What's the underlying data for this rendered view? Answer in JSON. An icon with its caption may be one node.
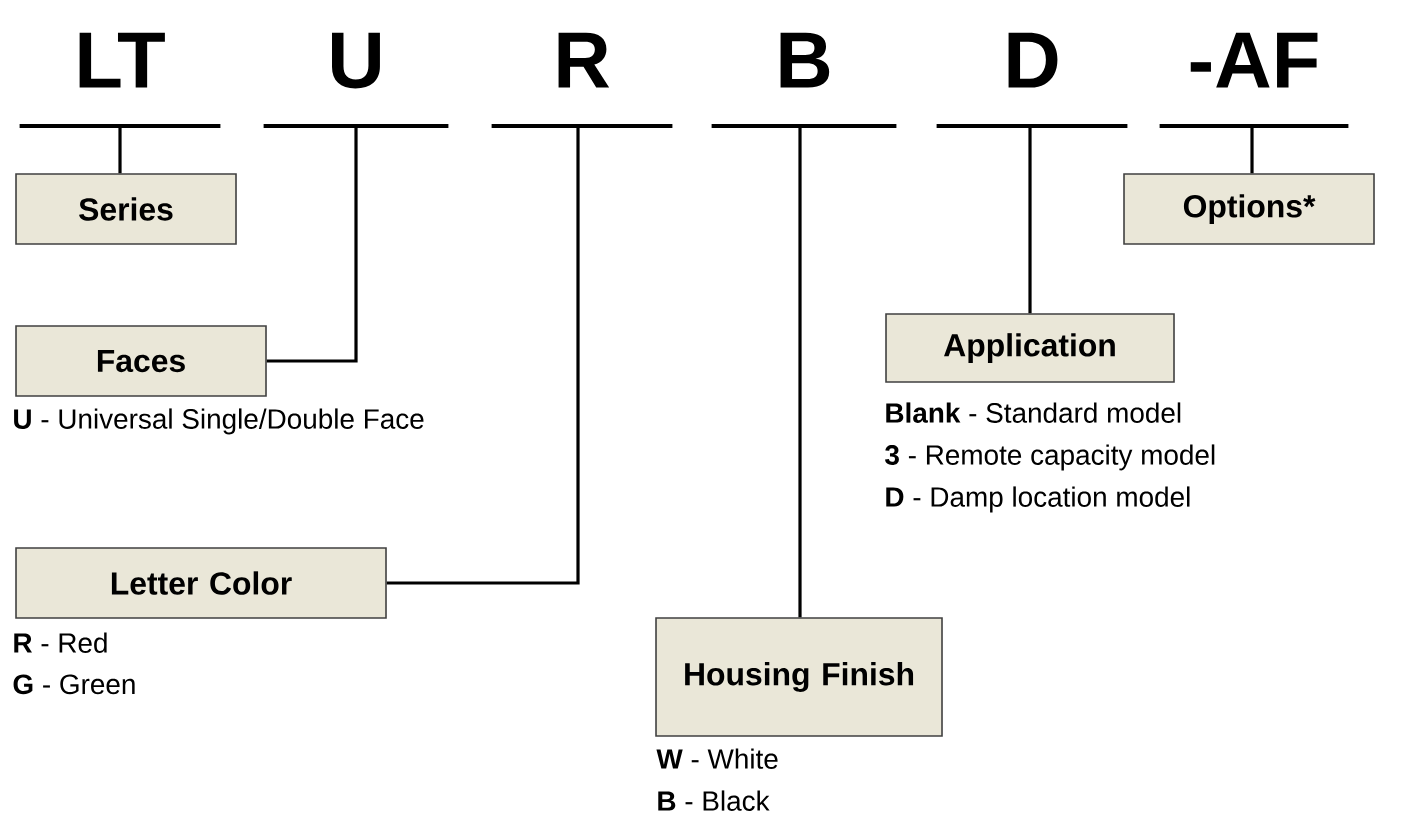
{
  "diagram": {
    "nodes": [
      {
        "text": [
          "LT"
        ]
      },
      {
        "text": [
          "U"
        ]
      },
      {
        "text": [
          "R"
        ]
      },
      {
        "text": [
          "B"
        ]
      },
      {
        "text": [
          "D"
        ]
      },
      {
        "text": [
          "-AF"
        ]
      },
      {
        "text": [
          "Series"
        ]
      },
      {
        "text": [
          "Faces"
        ],
        "beside": [
          "**U** - Universal Single/Double Face"
        ]
      },
      {
        "text": [
          "Letter Color"
        ],
        "beside": [
          "**R** - Red",
          "**G** - Green"
        ]
      },
      {
        "text": [
          "Housing Finish"
        ],
        "beside": [
          "**W** - White",
          "**B** - Black"
        ]
      },
      {
        "text": [
          "Application"
        ],
        "beside": [
          "**Blank** - Standard model",
          "**3** - Remote capacity model",
          "**D** - Damp location model"
        ]
      },
      {
        "text": [
          "Options*"
        ]
      }
    ],
    "edges": [
      {
        "from": 0,
        "to": 6,
        "arrow": "none"
      },
      {
        "from": 1,
        "to": 7,
        "arrow": "none"
      },
      {
        "from": 2,
        "to": 8,
        "arrow": "none"
      },
      {
        "from": 3,
        "to": 9,
        "arrow": "none"
      },
      {
        "from": 4,
        "to": 10,
        "arrow": "none"
      },
      {
        "from": 5,
        "to": 11,
        "arrow": "none"
      }
    ]
  }
}
